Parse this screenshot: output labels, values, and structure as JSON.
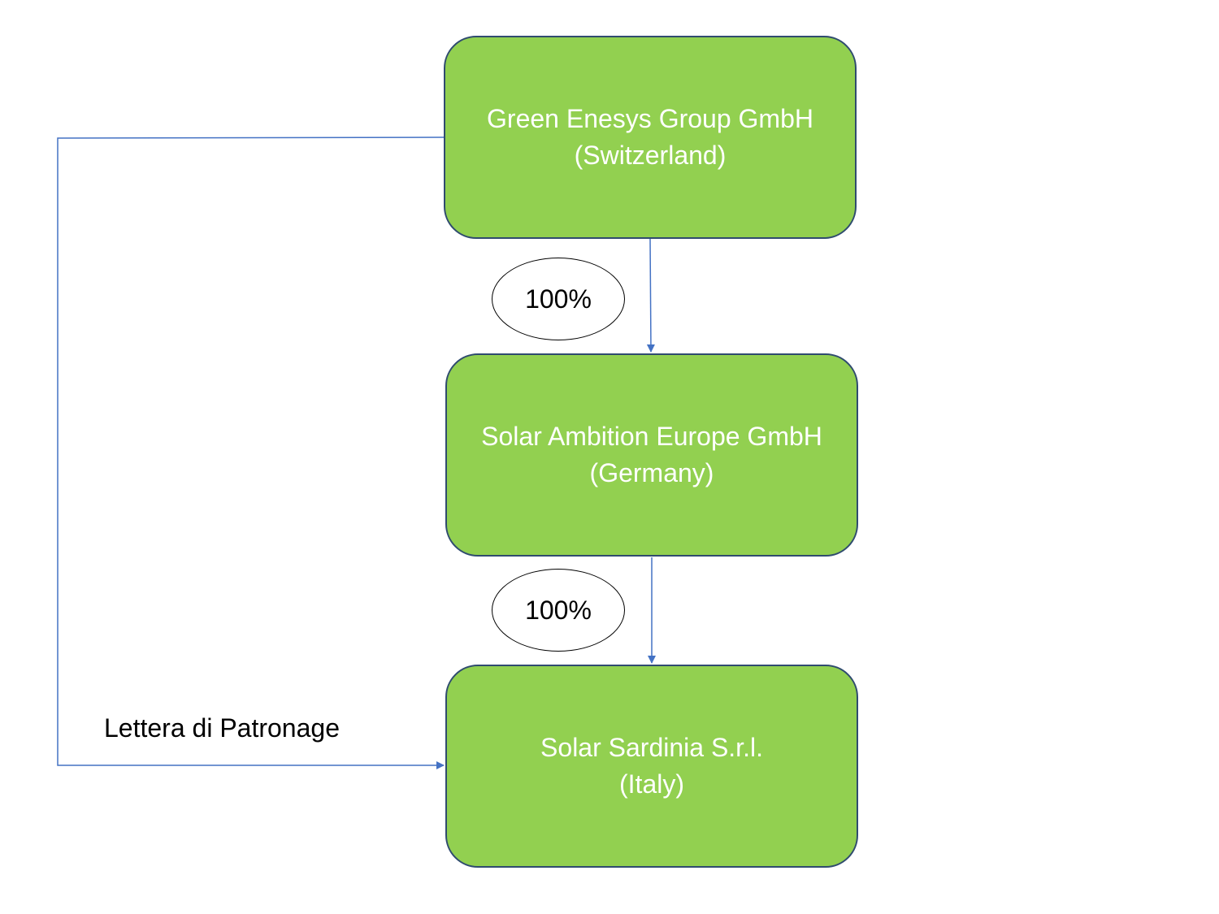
{
  "diagram": {
    "nodes": {
      "top": {
        "name": "Green Enesys Group GmbH",
        "country": "(Switzerland)"
      },
      "middle": {
        "name": "Solar Ambition Europe GmbH",
        "country": "(Germany)"
      },
      "bottom": {
        "name": "Solar Sardinia S.r.l.",
        "country": "(Italy)"
      }
    },
    "ownership": {
      "top_to_middle": "100%",
      "middle_to_bottom": "100%"
    },
    "side_link_label": "Lettera di Patronage",
    "colors": {
      "box_fill": "#92d050",
      "box_border": "#2f4b6f",
      "box_text": "#ffffff",
      "connector": "#4472c4"
    }
  }
}
